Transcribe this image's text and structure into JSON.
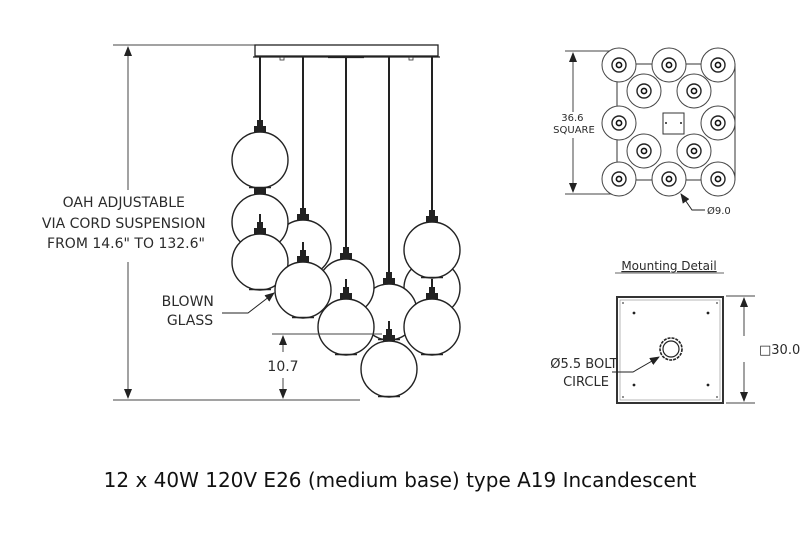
{
  "side_view": {
    "oah_label": [
      "OAH ADJUSTABLE",
      "VIA CORD SUSPENSION",
      "FROM 14.6\" TO 132.6\""
    ],
    "glass_label": [
      "BLOWN",
      "GLASS"
    ],
    "bottom_dimension": "10.7",
    "pendant_count": 12,
    "cord_count": 5
  },
  "top_view": {
    "size_label": [
      "36.6",
      "SQUARE"
    ],
    "globe_diameter_label": "Ø9.0",
    "globe_count": 12
  },
  "mounting_detail": {
    "title": "Mounting Detail",
    "bolt_label": [
      "Ø5.5 BOLT",
      "CIRCLE"
    ],
    "size_label": "□30.0"
  },
  "caption": "12 x 40W 120V E26 (medium base) type A19 Incandescent"
}
